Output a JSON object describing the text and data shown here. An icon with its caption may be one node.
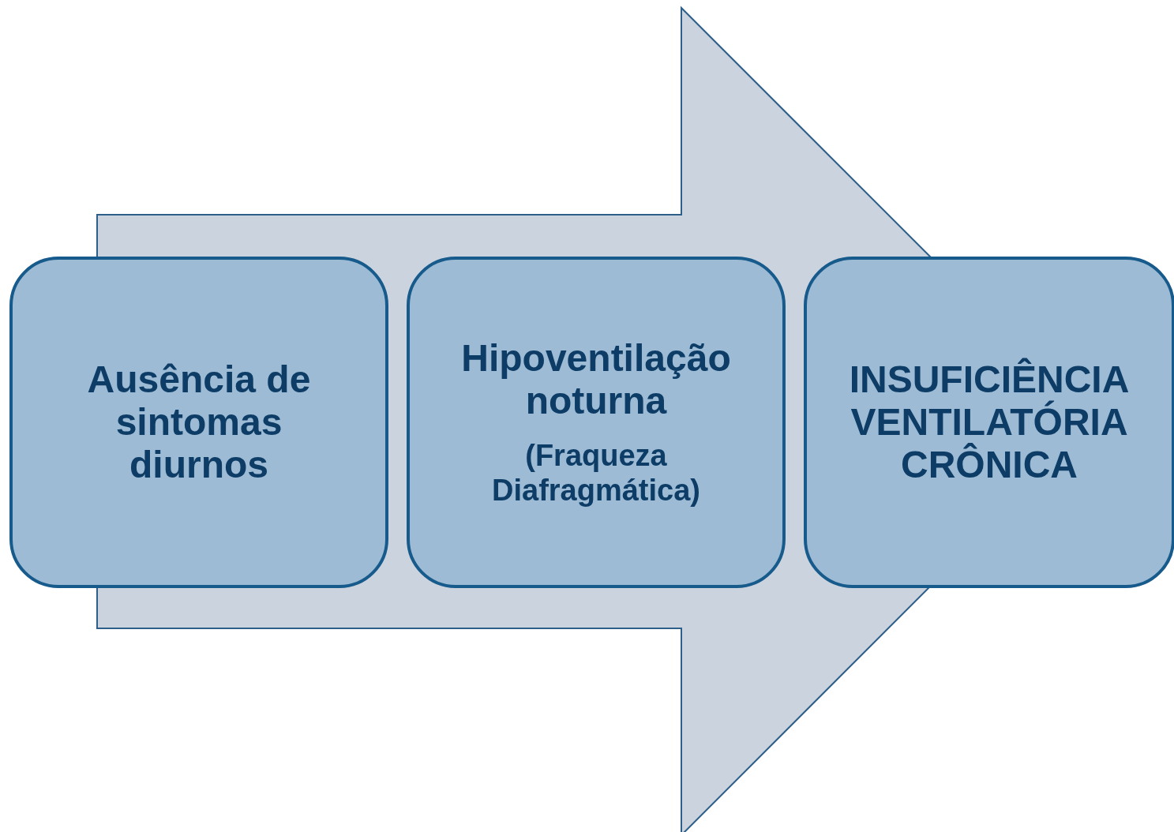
{
  "diagram": {
    "nodes": [
      {
        "text": [
          "Ausência de sintomas diurnos"
        ]
      },
      {
        "text": [
          "Hipoventilação noturna",
          "(Fraqueza Diafragmática)"
        ]
      },
      {
        "text": [
          "INSUFICIÊNCIA VENTILATÓRIA CRÔNICA"
        ]
      }
    ],
    "edges": [
      {
        "from": 0,
        "to": 2,
        "arrow": "to"
      }
    ]
  }
}
